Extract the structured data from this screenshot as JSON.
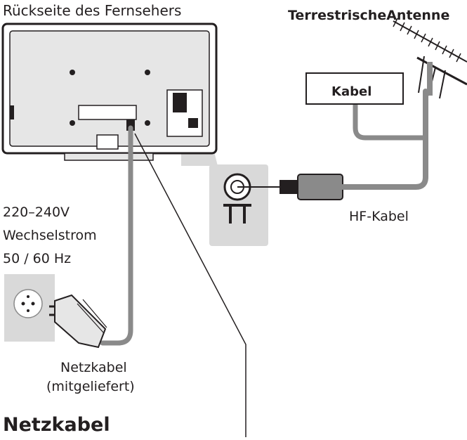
{
  "labels": {
    "tv_back": "Rückseite des Fernsehers",
    "antenna": "TerrestrischeAntenne",
    "cable_box": "Kabel",
    "hf_cable": "HF-Kabel",
    "voltage": "220–240V",
    "ac": "Wechselstrom",
    "frequency": "50 / 60 Hz",
    "power_cord_line1": "Netzkabel",
    "power_cord_line2": "(mitgeliefert)",
    "section_title": "Netzkabel"
  },
  "colors": {
    "ink": "#231f20",
    "cable_gray": "#8a8a8a",
    "panel_gray": "#d9d9d9",
    "tv_fill": "#e6e6e6"
  },
  "icons": [
    "tv-back-panel",
    "antenna-icon",
    "rf-socket-icon",
    "power-outlet-icon",
    "power-plug-icon",
    "coax-plug-icon"
  ]
}
